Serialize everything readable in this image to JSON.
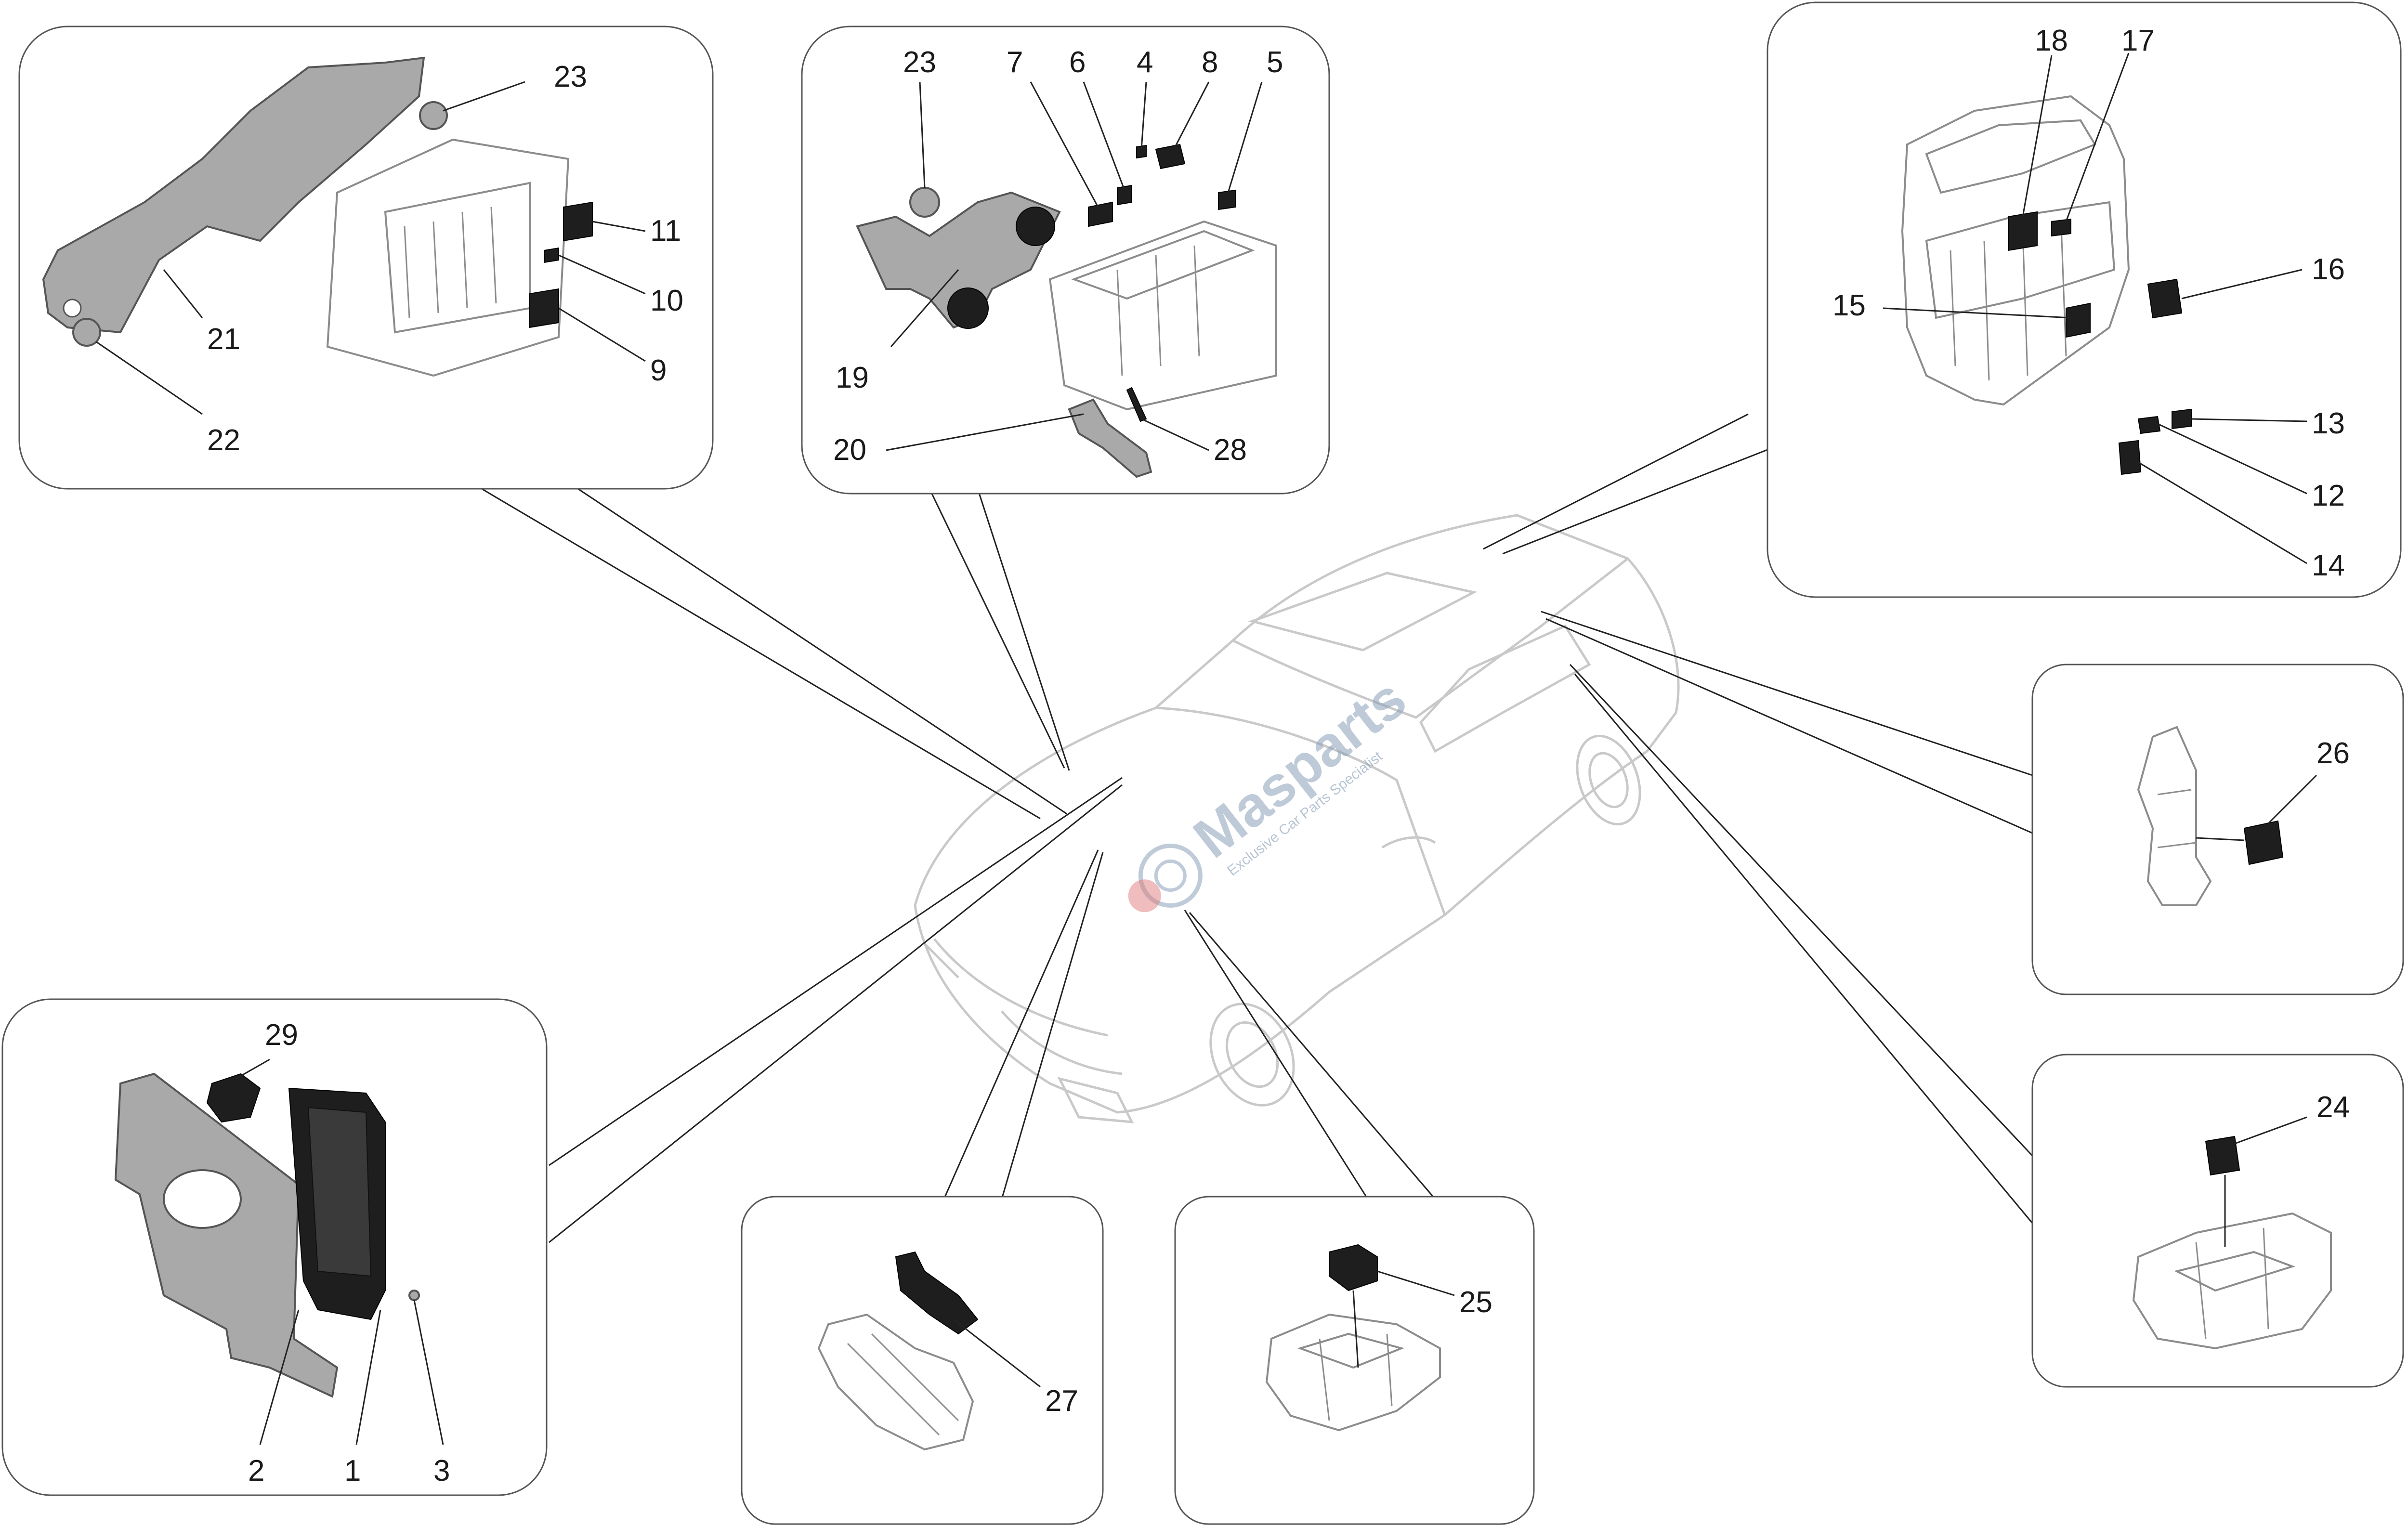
{
  "watermark": {
    "brand": "Masparts",
    "tagline": "Exclusive Car Parts Specialist"
  },
  "panels": {
    "top_left": {
      "labels": [
        "23",
        "11",
        "10",
        "9",
        "21",
        "22"
      ]
    },
    "top_center": {
      "labels": [
        "23",
        "7",
        "6",
        "4",
        "8",
        "5",
        "19",
        "20",
        "28"
      ]
    },
    "top_right": {
      "labels": [
        "18",
        "17",
        "16",
        "15",
        "13",
        "12",
        "14"
      ]
    },
    "mid_right": {
      "labels": [
        "26"
      ]
    },
    "bottom_right": {
      "labels": [
        "24"
      ]
    },
    "bottom_left": {
      "labels": [
        "29",
        "2",
        "1",
        "3"
      ]
    },
    "bottom_center_left": {
      "labels": [
        "27"
      ]
    },
    "bottom_center": {
      "labels": [
        "25"
      ]
    }
  }
}
